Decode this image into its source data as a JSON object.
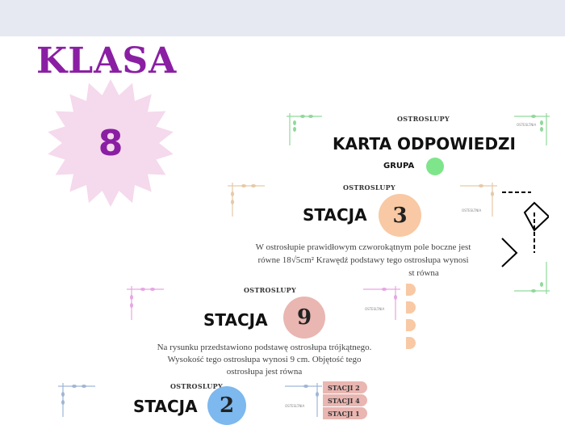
{
  "header": {
    "title": "KLASA",
    "grade": "8"
  },
  "answer_card": {
    "subject": "OSTROSLUPY",
    "title": "KARTA ODPOWIEDZI",
    "group_label": "GRUPA",
    "group_color": "#7ee58a",
    "logo": "OSTESLTNIA"
  },
  "station3": {
    "subject": "OSTROSLUPY",
    "label": "STACJA",
    "number": "3",
    "color": "#f8c9a4",
    "text_line1": "W ostrosłupie prawidłowym czworokątnym pole boczne jest",
    "text_line2": "równe 18√5cm² Krawędź podstawy tego ostrosłupa wynosi",
    "text_line3": "st równa",
    "logo": "OSTESLTNIA"
  },
  "station9": {
    "subject": "OSTROSLUPY",
    "label": "STACJA",
    "number": "9",
    "color": "#e9b6b1",
    "text": [
      "Na rysunku przedstawiono podstawę ostrosłupa trójkątnego.",
      "Wysokość tego ostrosłupa wynosi 9 cm. Objętość tego",
      "ostrosłupa jest równa"
    ],
    "logo": "OSTESLTNIA"
  },
  "station2": {
    "subject": "OSTROSLUPY",
    "label": "STACJA",
    "number": "2",
    "color": "#7db8ee",
    "logo": "OSTESLTNIA"
  },
  "nav_pills": [
    "STACJI 2",
    "STACJI 4",
    "STACJI 1"
  ],
  "colors": {
    "accent": "#8a1fa3",
    "star": "#f5d9ec",
    "topbar": "#e6e9f2"
  }
}
